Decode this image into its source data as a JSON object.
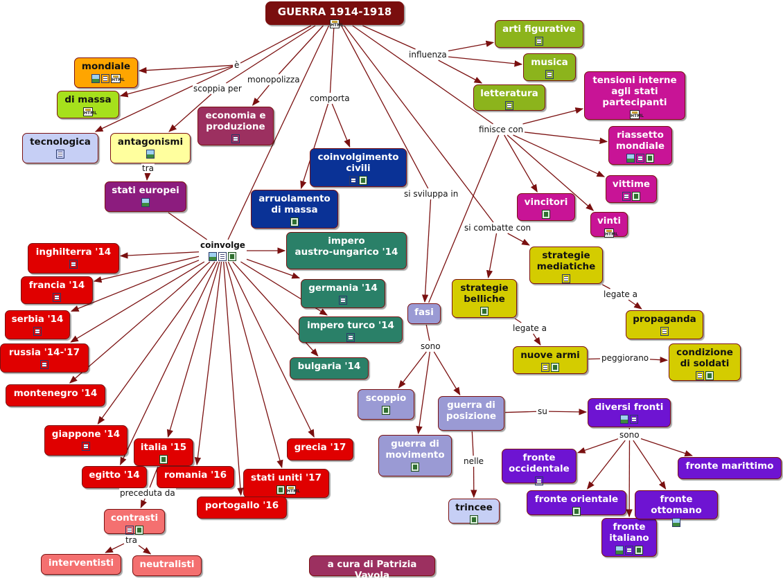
{
  "colors": {
    "edge": "#7a1010",
    "title": "#7a0e0e",
    "gold": "#ffa500",
    "lime": "#a6e01c",
    "periwinkle": "#c6cff5",
    "paleyellow": "#ffff9e",
    "purple": "#8c1c7e",
    "mauve": "#9c3060",
    "navy": "#0a3296",
    "red": "#e00000",
    "teal": "#2a8068",
    "olive": "#8cb41c",
    "magenta": "#c81496",
    "lavender": "#9a9ad4",
    "mustard": "#d4cc00",
    "violet": "#6e14d2",
    "salmon": "#f47070"
  },
  "nodes": [
    {
      "id": "guerra",
      "label": "GUERRA 1914-1918",
      "icons": [
        "html-icon"
      ]
    },
    {
      "id": "mondiale",
      "label": "mondiale",
      "icons": [
        "image-icon",
        "document-icon",
        "html-icon"
      ]
    },
    {
      "id": "dimassa",
      "label": "di massa",
      "icons": [
        "html-icon"
      ]
    },
    {
      "id": "tecnologica",
      "label": "tecnologica",
      "icons": [
        "document-icon"
      ]
    },
    {
      "id": "antagonismi",
      "label": "antagonismi",
      "icons": [
        "image-icon"
      ]
    },
    {
      "id": "statieuropei",
      "label": "stati europei",
      "icons": [
        "image-icon"
      ]
    },
    {
      "id": "economia",
      "label": "economia e\nproduzione",
      "icons": [
        "document-icon"
      ]
    },
    {
      "id": "coinvciv",
      "label": "coinvolgimento\ncivili",
      "icons": [
        "document-icon",
        "video-icon"
      ]
    },
    {
      "id": "arruolamento",
      "label": "arruolamento\ndi massa",
      "icons": [
        "video-icon"
      ]
    },
    {
      "id": "arti",
      "label": "arti figurative",
      "icons": [
        "document-icon"
      ]
    },
    {
      "id": "musica",
      "label": "musica",
      "icons": [
        "document-icon"
      ]
    },
    {
      "id": "letteratura",
      "label": "letteratura",
      "icons": [
        "document-icon"
      ]
    },
    {
      "id": "tensioni",
      "label": "tensioni interne\nagli stati\npartecipanti",
      "icons": [
        "html-icon"
      ]
    },
    {
      "id": "riassetto",
      "label": "riassetto\nmondiale",
      "icons": [
        "image-icon",
        "document-icon",
        "video-icon"
      ]
    },
    {
      "id": "vittime",
      "label": "vittime",
      "icons": [
        "document-icon",
        "video-icon"
      ]
    },
    {
      "id": "vincitori",
      "label": "vincitori",
      "icons": [
        "video-icon"
      ]
    },
    {
      "id": "vinti",
      "label": "vinti",
      "icons": [
        "html-icon"
      ]
    },
    {
      "id": "inghilterra",
      "label": "inghilterra '14",
      "icons": [
        "document-icon"
      ]
    },
    {
      "id": "francia",
      "label": "francia '14",
      "icons": [
        "document-icon"
      ]
    },
    {
      "id": "serbia",
      "label": "serbia '14",
      "icons": [
        "document-icon"
      ]
    },
    {
      "id": "russia",
      "label": "russia '14-'17",
      "icons": [
        "document-icon"
      ]
    },
    {
      "id": "montenegro",
      "label": "montenegro '14",
      "icons": []
    },
    {
      "id": "giappone",
      "label": "giappone '14",
      "icons": [
        "document-icon"
      ]
    },
    {
      "id": "italia",
      "label": "italia '15",
      "icons": [
        "video-icon"
      ]
    },
    {
      "id": "egitto",
      "label": "egitto '14",
      "icons": []
    },
    {
      "id": "romania",
      "label": "romania '16",
      "icons": []
    },
    {
      "id": "grecia",
      "label": "grecia '17",
      "icons": []
    },
    {
      "id": "statiuniti",
      "label": "stati uniti '17",
      "icons": [
        "video-icon",
        "html-icon"
      ]
    },
    {
      "id": "portogallo",
      "label": "portogallo '16",
      "icons": []
    },
    {
      "id": "austro",
      "label": "impero\naustro-ungarico '14",
      "icons": []
    },
    {
      "id": "germania",
      "label": "germania '14",
      "icons": [
        "document-icon"
      ]
    },
    {
      "id": "turco",
      "label": "impero turco '14",
      "icons": [
        "document-icon"
      ]
    },
    {
      "id": "bulgaria",
      "label": "bulgaria '14",
      "icons": []
    },
    {
      "id": "contrasti",
      "label": "contrasti",
      "icons": [
        "document-icon",
        "video-icon"
      ]
    },
    {
      "id": "interventisti",
      "label": "interventisti",
      "icons": []
    },
    {
      "id": "neutralisti",
      "label": "neutralisti",
      "icons": []
    },
    {
      "id": "fasi",
      "label": "fasi",
      "icons": []
    },
    {
      "id": "scoppio",
      "label": "scoppio",
      "icons": [
        "video-icon"
      ]
    },
    {
      "id": "movimento",
      "label": "guerra di\nmovimento",
      "icons": [
        "video-icon"
      ]
    },
    {
      "id": "posizione",
      "label": "guerra di\nposizione",
      "icons": []
    },
    {
      "id": "trincee",
      "label": "trincee",
      "icons": [
        "video-icon"
      ]
    },
    {
      "id": "strbelliche",
      "label": "strategie\nbelliche",
      "icons": [
        "video-icon"
      ]
    },
    {
      "id": "strmediatiche",
      "label": "strategie\nmediatiche",
      "icons": [
        "document-icon"
      ]
    },
    {
      "id": "propaganda",
      "label": "propaganda",
      "icons": [
        "document-icon"
      ]
    },
    {
      "id": "nuovearmi",
      "label": "nuove armi",
      "icons": [
        "document-icon",
        "video-icon"
      ]
    },
    {
      "id": "condizione",
      "label": "condizione\ndi soldati",
      "icons": [
        "document-icon",
        "video-icon"
      ]
    },
    {
      "id": "diversifronti",
      "label": "diversi fronti",
      "icons": [
        "image-icon",
        "document-icon"
      ]
    },
    {
      "id": "occidentale",
      "label": "fronte\noccidentale",
      "icons": [
        "document-icon"
      ]
    },
    {
      "id": "orientale",
      "label": "fronte orientale",
      "icons": [
        "video-icon"
      ]
    },
    {
      "id": "italiano",
      "label": "fronte\nitaliano",
      "icons": [
        "image-icon",
        "document-icon",
        "video-icon"
      ]
    },
    {
      "id": "ottomano",
      "label": "fronte ottomano",
      "icons": [
        "image-icon"
      ]
    },
    {
      "id": "marittimo",
      "label": "fronte marittimo",
      "icons": []
    },
    {
      "id": "credits",
      "label": "a cura di Patrizia Vayola",
      "icons": []
    }
  ],
  "links": [
    {
      "id": "e",
      "label": "è",
      "bold": false
    },
    {
      "id": "scoppiaper",
      "label": "scoppia per",
      "bold": false
    },
    {
      "id": "monopolizza",
      "label": "monopolizza",
      "bold": false
    },
    {
      "id": "comporta",
      "label": "comporta",
      "bold": false
    },
    {
      "id": "influenza",
      "label": "influenza",
      "bold": false
    },
    {
      "id": "finiscecon",
      "label": "finisce con",
      "bold": false
    },
    {
      "id": "sisviluppa",
      "label": "si sviluppa in",
      "bold": false
    },
    {
      "id": "sicombatte",
      "label": "si combatte con",
      "bold": false
    },
    {
      "id": "tra1",
      "label": "tra",
      "bold": false
    },
    {
      "id": "coinvolge",
      "label": "coinvolge",
      "bold": true,
      "icons": [
        "image-icon",
        "document-icon",
        "video-icon"
      ]
    },
    {
      "id": "sono1",
      "label": "sono",
      "bold": false
    },
    {
      "id": "nelle",
      "label": "nelle",
      "bold": false
    },
    {
      "id": "su",
      "label": "su",
      "bold": false
    },
    {
      "id": "sono2",
      "label": "sono",
      "bold": false
    },
    {
      "id": "legatea1",
      "label": "legate a",
      "bold": false
    },
    {
      "id": "legatea2",
      "label": "legate a",
      "bold": false
    },
    {
      "id": "peggiorano",
      "label": "peggiorano",
      "bold": false
    },
    {
      "id": "precedutada",
      "label": "preceduta da",
      "bold": false
    },
    {
      "id": "tra2",
      "label": "tra",
      "bold": false
    }
  ]
}
